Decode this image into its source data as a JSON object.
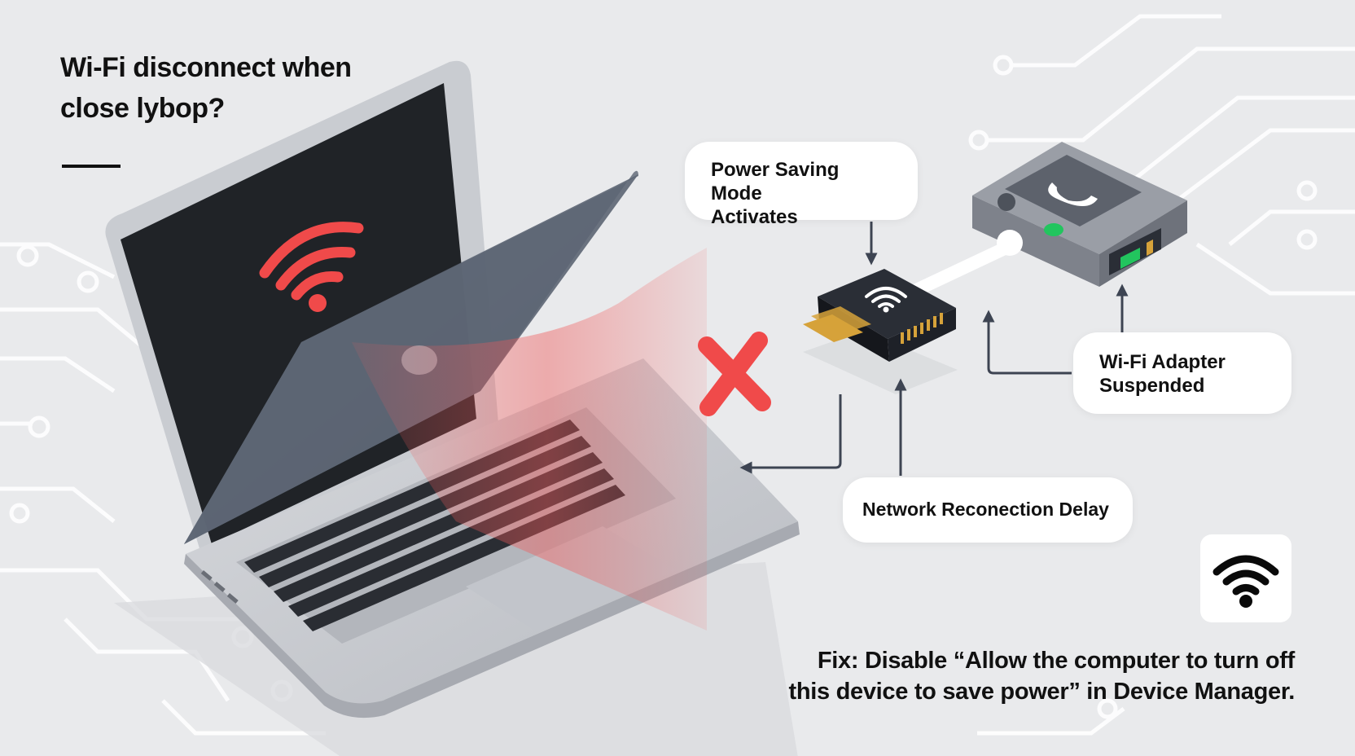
{
  "title": {
    "line1": "Wi-Fi disconnect when",
    "line2": "close lybop?"
  },
  "callouts": {
    "power_saving": {
      "line1": "Power Saving Mode",
      "line2": "Activates"
    },
    "adapter_suspended": {
      "line1": "Wi-Fi Adapter",
      "line2": "Suspended"
    },
    "network_delay": {
      "label": "Network Reconection Delay"
    }
  },
  "fix": {
    "line1": "Fix: Disable “Allow the computer to turn off",
    "line2": "this device to save power” in Device Manager."
  },
  "icons": [
    "circuit-trace",
    "laptop",
    "wifi-icon",
    "error-x-icon",
    "wifi-chip",
    "router-device",
    "phone-icon",
    "arrow-icon"
  ],
  "colors": {
    "background": "#e9eaec",
    "alert_red": "#f04a4a",
    "chip_body": "#1e2128",
    "chip_pins": "#d6a23a",
    "router_body": "#8e929b",
    "status_green": "#22c55e",
    "arrow": "#3d4452"
  }
}
